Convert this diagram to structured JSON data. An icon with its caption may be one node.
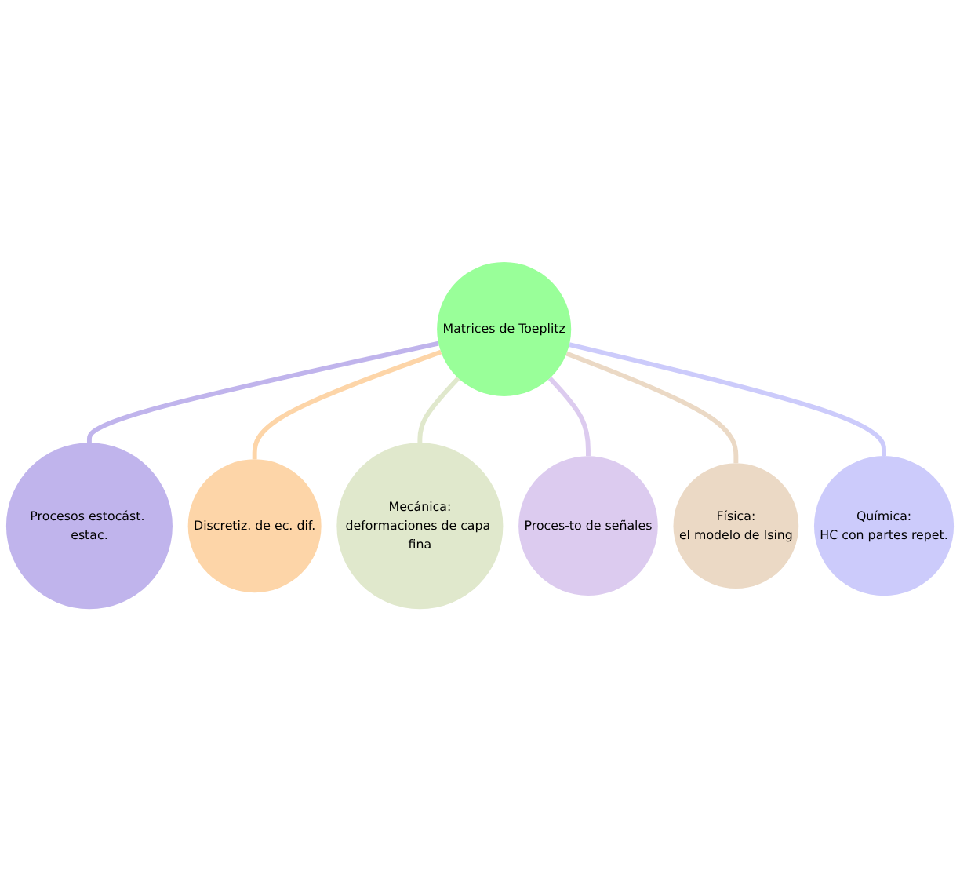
{
  "diagram": {
    "nodes": [
      {
        "text": [
          "Matrices de Toeplitz"
        ]
      },
      {
        "text": [
          "Procesos estocást. estac."
        ]
      },
      {
        "text": [
          "Discretiz. de ec. dif."
        ]
      },
      {
        "text": [
          "Mecánica:",
          "deformaciones de capa fina"
        ]
      },
      {
        "text": [
          "Proces-to de señales"
        ]
      },
      {
        "text": [
          "Física:",
          "el modelo de Ising"
        ]
      },
      {
        "text": [
          "Química:",
          "HC con partes repet."
        ]
      }
    ],
    "edges": [
      {
        "from": 0,
        "to": 1,
        "arrow": "none",
        "color": "#c0b4ec"
      },
      {
        "from": 0,
        "to": 2,
        "arrow": "none",
        "color": "#fdd5a8"
      },
      {
        "from": 0,
        "to": 3,
        "arrow": "none",
        "color": "#e0e8cc"
      },
      {
        "from": 0,
        "to": 4,
        "arrow": "none",
        "color": "#dccbef"
      },
      {
        "from": 0,
        "to": 5,
        "arrow": "none",
        "color": "#ebd9c5"
      },
      {
        "from": 0,
        "to": 6,
        "arrow": "none",
        "color": "#cccbfb"
      }
    ]
  }
}
